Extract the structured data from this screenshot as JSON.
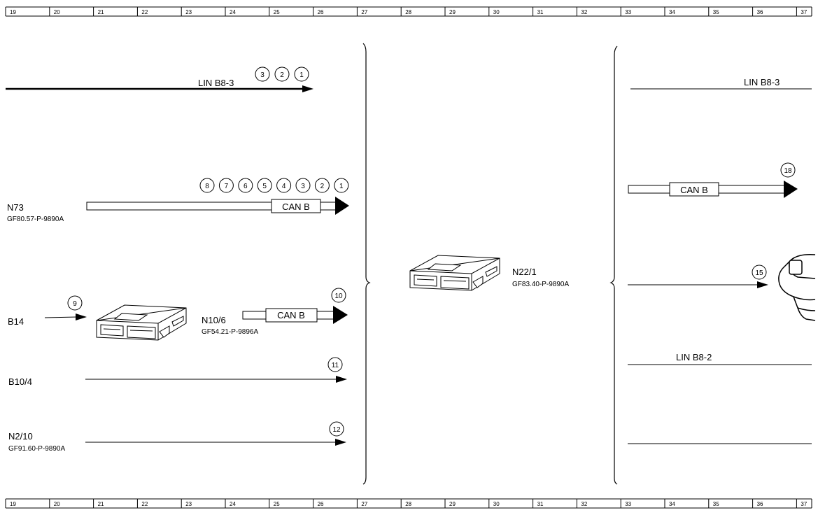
{
  "ruler": {
    "cols": [
      "19",
      "20",
      "21",
      "22",
      "23",
      "24",
      "25",
      "26",
      "27",
      "28",
      "29",
      "30",
      "31",
      "32",
      "33",
      "34",
      "35",
      "36",
      "37"
    ]
  },
  "left": {
    "lin_label": "LIN B8-3",
    "lin_circles": [
      "3",
      "2",
      "1"
    ],
    "n73": {
      "name": "N73",
      "ref": "GF80.57-P-9890A",
      "bus": "CAN B",
      "circles": [
        "8",
        "7",
        "6",
        "5",
        "4",
        "3",
        "2",
        "1"
      ]
    },
    "b14": {
      "name": "B14",
      "circle": "9"
    },
    "n10_6": {
      "name": "N10/6",
      "ref": "GF54.21-P-9896A",
      "bus": "CAN B",
      "circle": "10"
    },
    "b10_4": {
      "name": "B10/4",
      "circle": "11"
    },
    "n2_10": {
      "name": "N2/10",
      "ref": "GF91.60-P-9890A",
      "circle": "12"
    }
  },
  "center": {
    "n22_1": {
      "name": "N22/1",
      "ref": "GF83.40-P-9890A"
    }
  },
  "right": {
    "lin_top": "LIN B8-3",
    "can_label": "CAN B",
    "circle_18": "18",
    "circle_15": "15",
    "lin_mid": "LIN B8-2"
  }
}
